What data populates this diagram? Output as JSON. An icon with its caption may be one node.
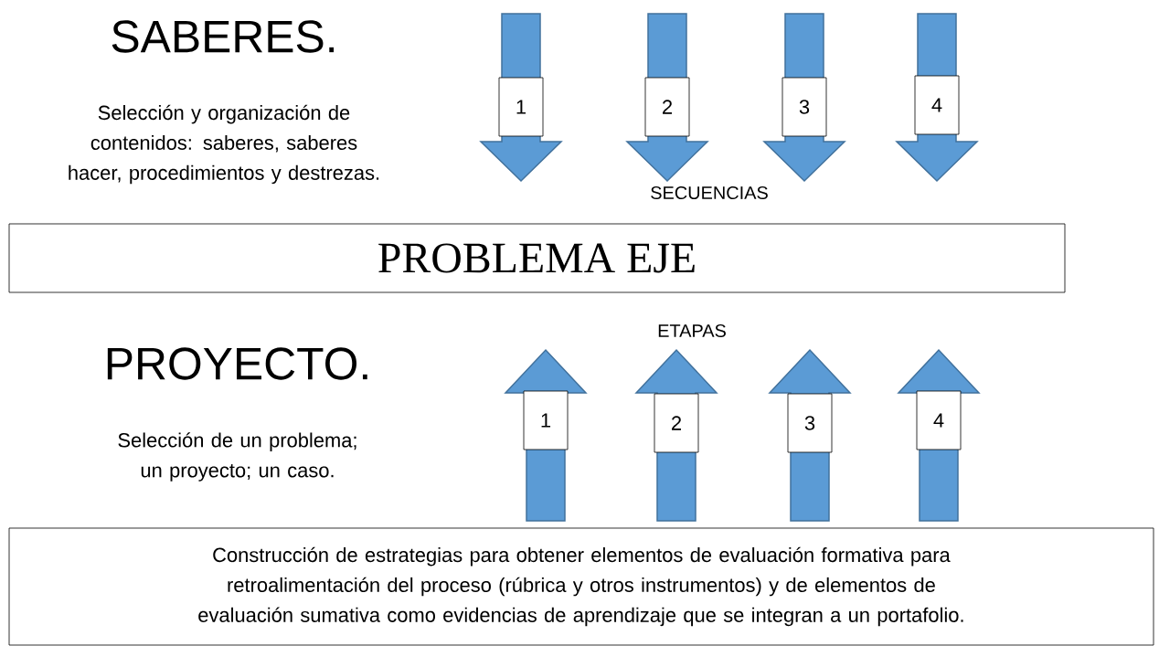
{
  "diagram": {
    "nodes": [
      {
        "text": [
          "1"
        ]
      },
      {
        "text": [
          "2"
        ]
      },
      {
        "text": [
          "3"
        ]
      },
      {
        "text": [
          "4"
        ]
      },
      {
        "text": [
          "PROBLEMA EJE"
        ]
      },
      {
        "text": [
          "1"
        ]
      },
      {
        "text": [
          "2"
        ]
      },
      {
        "text": [
          "3"
        ]
      },
      {
        "text": [
          "4"
        ]
      },
      {
        "text": [
          "Construcción de estrategias para obtener elementos de evaluación formativa para retroalimentación del proceso (rúbrica y otros instrumentos) y de elementos de evaluación sumativa como evidencias de aprendizaje que se integran a un portafolio."
        ]
      }
    ],
    "labels": [
      "SABERES.",
      "Selección y organización de contenidos: saberes, saberes hacer, procedimientos y destrezas.",
      "SECUENCIAS",
      "PROYECTO.",
      "Selección de un problema; un proyecto; un caso.",
      "ETAPAS"
    ]
  }
}
